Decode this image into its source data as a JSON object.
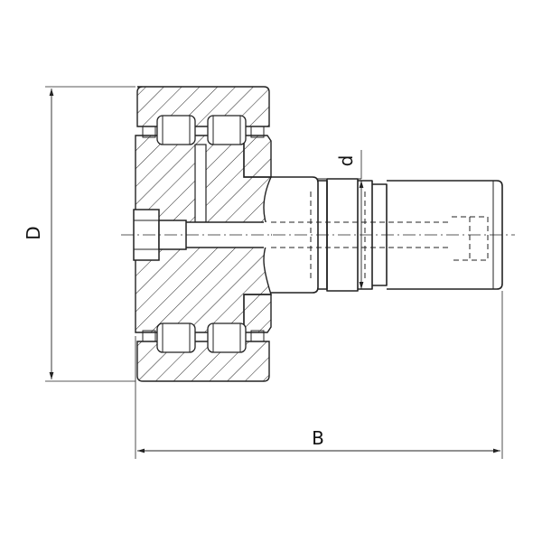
{
  "dimensions": {
    "outer_diameter": "D",
    "stud_diameter": "d",
    "total_length": "B"
  },
  "colors": {
    "line": "#222222",
    "background": "#ffffff"
  }
}
